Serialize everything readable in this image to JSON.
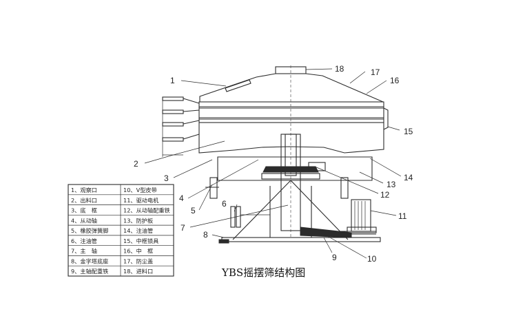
{
  "caption": "YBS摇摆筛结构图",
  "callouts": [
    "1",
    "2",
    "3",
    "4",
    "5",
    "6",
    "7",
    "8",
    "9",
    "10",
    "11",
    "12",
    "13",
    "14",
    "15",
    "16",
    "17",
    "18"
  ],
  "legend": {
    "left": [
      "1、观察口",
      "2、出料口",
      "3、底　框",
      "4、从动轴",
      "5、橡胶弹簧脚",
      "6、注油管",
      "7、主　轴",
      "8、金字塔底座",
      "9、主轴配重铁"
    ],
    "right": [
      "10、V型皮带",
      "11、驱动电机",
      "12、从动轴配重铁",
      "13、防护板",
      "14、注油管",
      "15、中框锁具",
      "16、中　框",
      "17、防尘盖",
      "18、进料口"
    ]
  }
}
